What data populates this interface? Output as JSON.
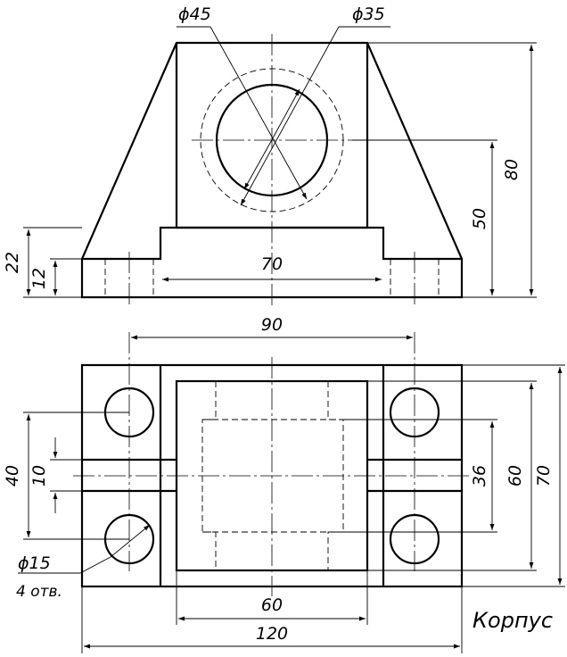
{
  "title": "Корпус",
  "top_view": {
    "phi45": "ϕ45",
    "phi35": "ϕ35",
    "d80": "80",
    "d50": "50",
    "d22": "22",
    "d12": "12",
    "d70": "70"
  },
  "plan_view": {
    "d90": "90",
    "d40": "40",
    "d10": "10",
    "d36": "36",
    "d60v": "60",
    "d70v": "70",
    "d60h": "60",
    "d120": "120",
    "phi15": "ϕ15",
    "holes_note": "4 отв."
  }
}
